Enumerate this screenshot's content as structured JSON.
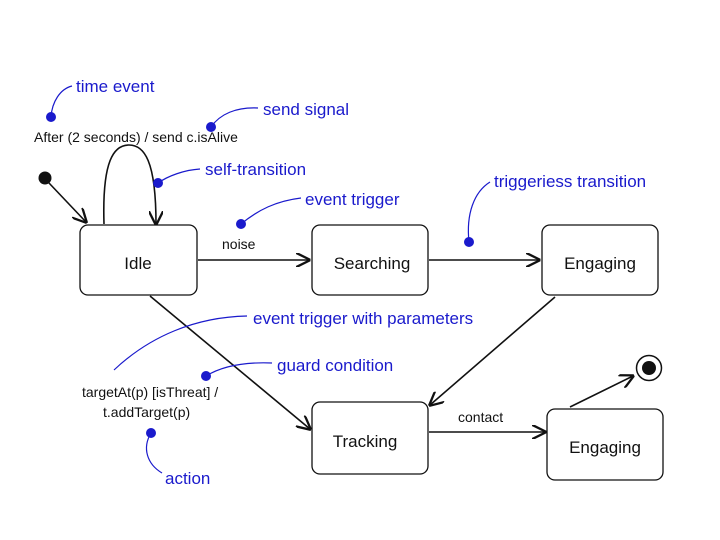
{
  "colors": {
    "annotation": "#1a1acc",
    "line": "#111111",
    "background": "#ffffff"
  },
  "states": {
    "idle": "Idle",
    "searching": "Searching",
    "engaging_top": "Engaging",
    "tracking": "Tracking",
    "engaging_bottom": "Engaging"
  },
  "transitions": {
    "self_transition": "After (2 seconds) / send c.isAlive",
    "noise": "noise",
    "guard_line1": "targetAt(p) [isThreat]  /",
    "guard_line2": "t.addTarget(p)",
    "contact": "contact"
  },
  "annotations": {
    "time_event": "time event",
    "send_signal": "send signal",
    "self_transition": "self-transition",
    "event_trigger": "event trigger",
    "triggerless_transition": "triggeriess transition",
    "event_trigger_params": "event trigger  with parameters",
    "guard_condition": "guard condition",
    "action": "action"
  }
}
